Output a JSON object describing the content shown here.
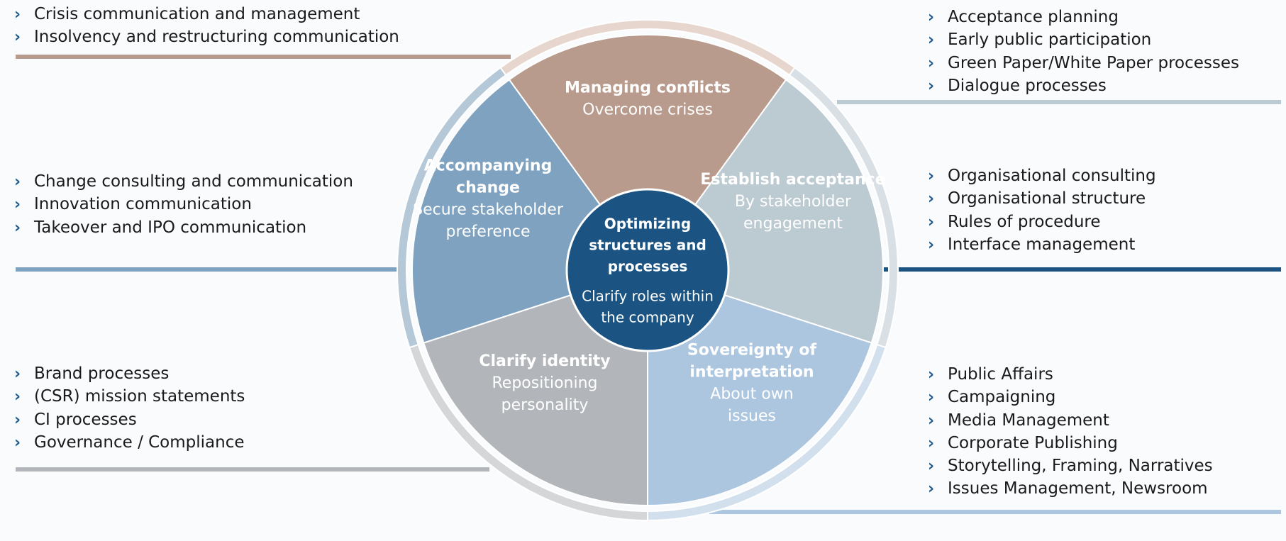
{
  "center": {
    "title_lines": [
      "Optimizing",
      "structures and",
      "processes"
    ],
    "subtitle_lines": [
      "Clarify roles within",
      "the company"
    ],
    "color": "#1b5482"
  },
  "segments": [
    {
      "id": "managing-conflicts",
      "title_lines": [
        "Managing conflicts"
      ],
      "subtitle_lines": [
        "Overcome crises"
      ],
      "color": "#b99b8d",
      "ring_color": "#e6d6cd"
    },
    {
      "id": "establish-acceptance",
      "title_lines": [
        "Establish acceptance"
      ],
      "subtitle_lines": [
        "By stakeholder",
        "engagement"
      ],
      "color": "#bccad2",
      "ring_color": "#d8e0e6"
    },
    {
      "id": "sovereignty-of-interpretation",
      "title_lines": [
        "Sovereignty of",
        "interpretation"
      ],
      "subtitle_lines": [
        "About own",
        "issues"
      ],
      "color": "#adc6e0",
      "ring_color": "#d2e0ee"
    },
    {
      "id": "clarify-identity",
      "title_lines": [
        "Clarify identity"
      ],
      "subtitle_lines": [
        "Repositioning",
        "personality"
      ],
      "color": "#b2b6ba",
      "ring_color": "#d5d6d8"
    },
    {
      "id": "accompanying-change",
      "title_lines": [
        "Accompanying",
        "change"
      ],
      "subtitle_lines": [
        "Secure stakeholder",
        "preference"
      ],
      "color": "#7ea2bf",
      "ring_color": "#b4c8d8"
    }
  ],
  "lists": {
    "top_left": [
      "Crisis communication and management",
      "Insolvency and restructuring communication"
    ],
    "mid_left": [
      "Change consulting and communication",
      "Innovation communication",
      "Takeover and IPO communication"
    ],
    "bottom_left": [
      "Brand processes",
      "(CSR) mission statements",
      "CI processes",
      "Governance / Compliance"
    ],
    "top_right": [
      "Acceptance planning",
      "Early public participation",
      "Green Paper/White Paper processes",
      "Dialogue processes"
    ],
    "mid_right": [
      "Organisational consulting",
      "Organisational structure",
      "Rules of procedure",
      "Interface management"
    ],
    "bottom_right": [
      "Public Affairs",
      "Campaigning",
      "Media Management",
      "Corporate Publishing",
      "Storytelling, Framing, Narratives",
      "Issues Management, Newsroom"
    ]
  },
  "icons": {
    "bullet": "chevron-right-icon"
  },
  "colors": {
    "text": "#1a1a1a",
    "bullet": "#1f5a8a"
  }
}
